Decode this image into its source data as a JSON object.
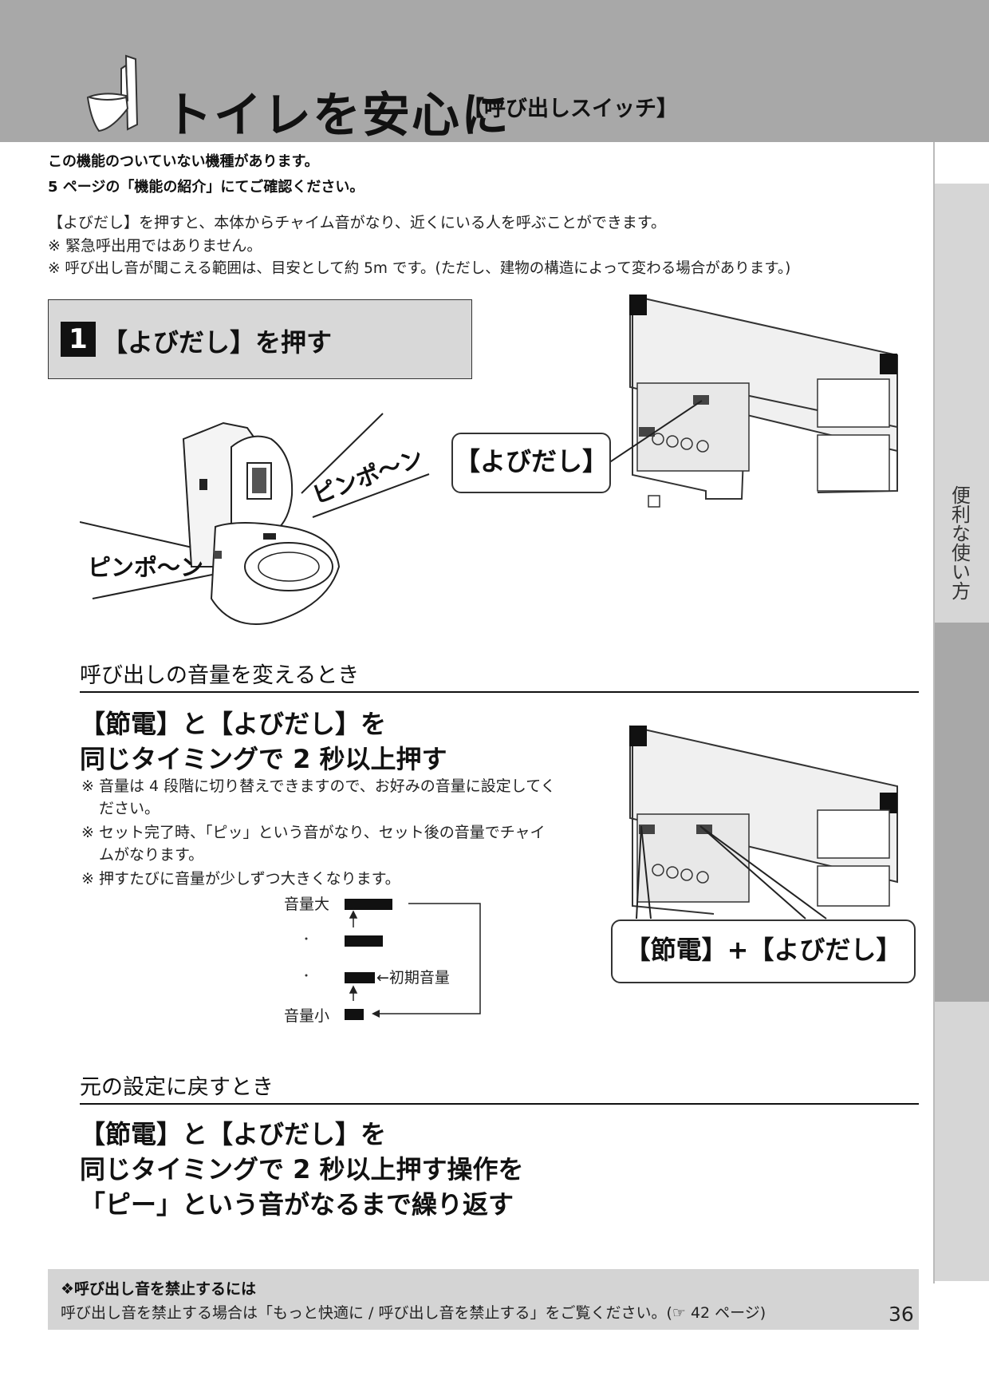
{
  "header": {
    "title": "トイレを安心に",
    "subtitle": "【呼び出しスイッチ】"
  },
  "side_tab": {
    "label": "便利な使い方"
  },
  "notes": {
    "line1": "この機能のついていない機種があります。",
    "line2": "5 ページの「機能の紹介」にてご確認ください。"
  },
  "intro": {
    "line1": "【よびだし】を押すと、本体からチャイム音がなり、近くにいる人を呼ぶことができます。",
    "line2": "※ 緊急呼出用ではありません。",
    "line3": "※ 呼び出し音が聞こえる範囲は、目安として約 5m です。(ただし、建物の構造によって変わる場合があります。)"
  },
  "step1": {
    "number": "1",
    "label": "【よびだし】を押す"
  },
  "illustration": {
    "sound1": "ピンポ〜ン",
    "sound2": "ピンポ〜ン",
    "callout1": "【よびだし】",
    "callout2": "【節電】+【よびだし】"
  },
  "volume_section": {
    "heading": "呼び出しの音量を変えるとき",
    "instruction_line1": "【節電】と【よびだし】を",
    "instruction_line2": "同じタイミングで 2 秒以上押す",
    "note1_line1": "※ 音量は 4 段階に切り替えできますので、お好みの音量に設定してく",
    "note1_line2": "ださい。",
    "note2_line1": "※ セット完了時、「ピッ」という音がなり、セット後の音量でチャイ",
    "note2_line2": "ムがなります。",
    "note3": "※ 押すたびに音量が少しずつ大きくなります。",
    "levels": {
      "max_label": "音量大",
      "min_label": "音量小",
      "initial_label": "←初期音量",
      "count": 4,
      "initial_level": 2
    }
  },
  "reset_section": {
    "heading": "元の設定に戻すとき",
    "line1": "【節電】と【よびだし】を",
    "line2": "同じタイミングで 2 秒以上押す操作を",
    "line3": "「ピー」という音がなるまで繰り返す"
  },
  "info_box": {
    "title": "❖呼び出し音を禁止するには",
    "text": "呼び出し音を禁止する場合は「もっと快適に / 呼び出し音を禁止する」をご覧ください。(☞ 42 ページ)"
  },
  "page_number": "36"
}
